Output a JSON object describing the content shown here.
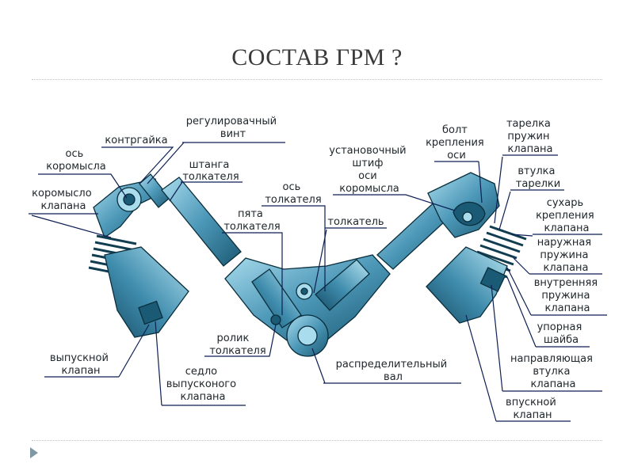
{
  "slide": {
    "title": "СОСТАВ ГРМ ?"
  },
  "diagram": {
    "labels": [
      {
        "id": "kontrgaika",
        "lines": [
          "контргайка"
        ]
      },
      {
        "id": "reg_vint",
        "lines": [
          "регулировачный",
          "винт"
        ]
      },
      {
        "id": "os_koromysla_left",
        "lines": [
          "ось",
          "коромысла"
        ]
      },
      {
        "id": "shtanga",
        "lines": [
          "штанга",
          "толкателя"
        ]
      },
      {
        "id": "koromyslo",
        "lines": [
          "коромысло",
          "клапана"
        ]
      },
      {
        "id": "ustanov_shtif",
        "lines": [
          "установочный",
          "штиф",
          "оси",
          "коромысла"
        ]
      },
      {
        "id": "os_tolkatelya",
        "lines": [
          "ось",
          "толкателя"
        ]
      },
      {
        "id": "pyata",
        "lines": [
          "пята",
          "толкателя"
        ]
      },
      {
        "id": "tolkatel",
        "lines": [
          "толкатель"
        ]
      },
      {
        "id": "bolt",
        "lines": [
          "болт",
          "крепления",
          "оси"
        ]
      },
      {
        "id": "tarelka",
        "lines": [
          "тарелка",
          "пружин",
          "клапана"
        ]
      },
      {
        "id": "vtulka_tarelki",
        "lines": [
          "втулка",
          "тарелки"
        ]
      },
      {
        "id": "suhar",
        "lines": [
          "сухарь",
          "крепления",
          "клапана"
        ]
      },
      {
        "id": "naruzh_pruzh",
        "lines": [
          "наружная",
          "пружина",
          "клапана"
        ]
      },
      {
        "id": "vnutr_pruzh",
        "lines": [
          "внутренняя",
          "пружина",
          "клапана"
        ]
      },
      {
        "id": "upor_shaiba",
        "lines": [
          "упорная",
          "шайба"
        ]
      },
      {
        "id": "napr_vtulka",
        "lines": [
          "направляющая",
          "втулка",
          "клапана"
        ]
      },
      {
        "id": "vpusk_klapan",
        "lines": [
          "впускной",
          "клапан"
        ]
      },
      {
        "id": "rolik",
        "lines": [
          "ролик",
          "толкателя"
        ]
      },
      {
        "id": "raspr_val",
        "lines": [
          "распределительный",
          "вал"
        ]
      },
      {
        "id": "vypusk_klapan",
        "lines": [
          "выпускной",
          "клапан"
        ]
      },
      {
        "id": "sedlo",
        "lines": [
          "седло",
          "выпусконого",
          "клапана"
        ]
      }
    ]
  },
  "colors": {
    "part_fill": "#4d98b8",
    "part_light": "#a9dced",
    "part_dark": "#1b5a74",
    "leader_line": "#0d1f54"
  }
}
